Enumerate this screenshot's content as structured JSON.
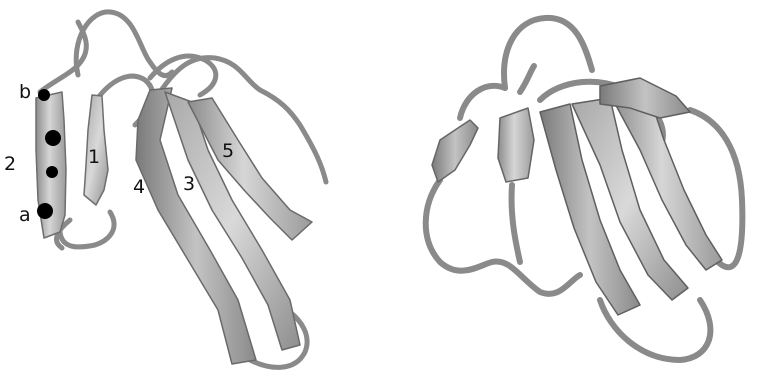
{
  "colors": {
    "background": "#ffffff",
    "ribbon_light": "#cfcfcf",
    "ribbon_mid": "#a9a9a9",
    "ribbon_dark": "#6f6f6f",
    "coil": "#8a8a8a",
    "marker": "#000000",
    "text": "#111111"
  },
  "left_panel": {
    "strand_labels": {
      "s1": "1",
      "s2": "2",
      "s3": "3",
      "s4": "4",
      "s5": "5"
    },
    "point_labels": {
      "a": "a",
      "b": "b"
    }
  }
}
